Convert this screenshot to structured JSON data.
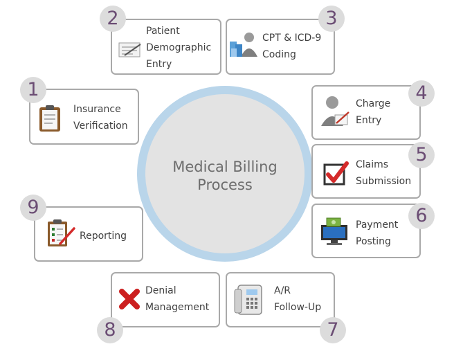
{
  "center": {
    "title_line1": "Medical Billing",
    "title_line2": "Process"
  },
  "steps": [
    {
      "number": "1",
      "line1": "Insurance",
      "line2": "Verification",
      "icon": "clipboard-icon"
    },
    {
      "number": "2",
      "line1": "Patient",
      "line2": "Demographic",
      "line3": "Entry",
      "icon": "form-pen-icon"
    },
    {
      "number": "3",
      "line1": "CPT & ICD-9",
      "line2": "Coding",
      "icon": "coder-with-files-icon"
    },
    {
      "number": "4",
      "line1": "Charge",
      "line2": "Entry",
      "icon": "person-writing-icon"
    },
    {
      "number": "5",
      "line1": "Claims",
      "line2": "Submission",
      "icon": "checkbox-checked-icon"
    },
    {
      "number": "6",
      "line1": "Payment",
      "line2": "Posting",
      "icon": "monitor-money-icon"
    },
    {
      "number": "7",
      "line1": "A/R",
      "line2": "Follow-Up",
      "icon": "phone-icon"
    },
    {
      "number": "8",
      "line1": "Denial",
      "line2": "Management",
      "icon": "red-x-icon"
    },
    {
      "number": "9",
      "line1": "Reporting",
      "icon": "checklist-icon"
    }
  ],
  "colors": {
    "ring": "#b9d5ea",
    "disc": "#e3e3e3",
    "badge": "#dcdcdc",
    "number": "#6b4d74",
    "border": "#a9a9a9"
  }
}
